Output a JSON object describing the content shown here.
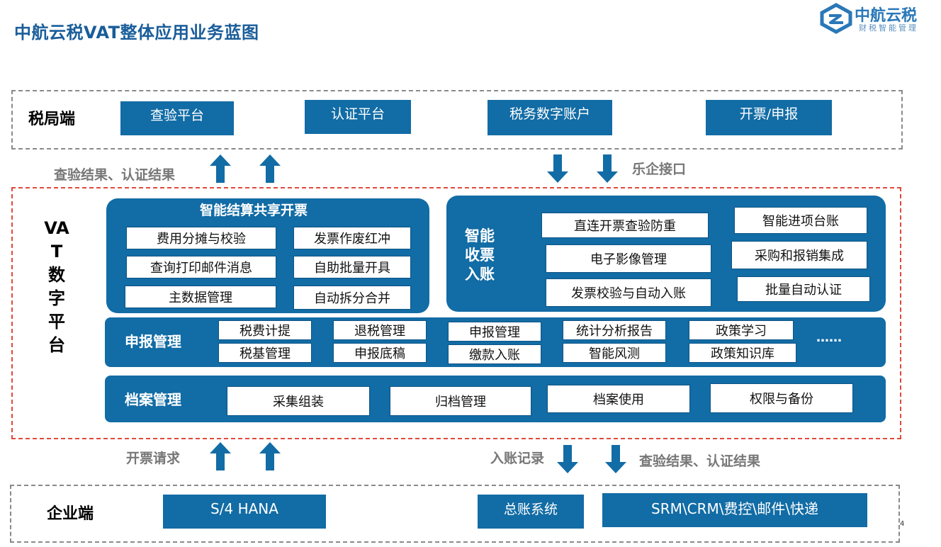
{
  "title": "中航云税VAT整体应用业务蓝图",
  "logo": {
    "name": "中航云税",
    "tagline": "财税智能管理"
  },
  "tax_bureau": {
    "label": "税局端",
    "items": [
      "查验平台",
      "认证平台",
      "税务数字账户",
      "开票/申报"
    ]
  },
  "flows": {
    "up_left_label": "查验结果、认证结果",
    "down_right_label": "乐企接口",
    "bottom_up_label": "开票请求",
    "bottom_down_label_1": "入账记录",
    "bottom_down_label_2": "查验结果、认证结果"
  },
  "vat_platform": {
    "label": "VAT数字平台",
    "settlement": {
      "title": "智能结算共享开票",
      "items": [
        "费用分摊与校验",
        "发票作废红冲",
        "查询打印邮件消息",
        "自助批量开具",
        "主数据管理",
        "自动拆分合并"
      ]
    },
    "receiving": {
      "title": "智能收票入账",
      "items_mid": [
        "直连开票查验防重",
        "电子影像管理",
        "发票校验与自动入账"
      ],
      "items_right": [
        "智能进项台账",
        "采购和报销集成",
        "批量自动认证"
      ]
    },
    "declaration": {
      "title": "申报管理",
      "items": [
        "税费计提",
        "退税管理",
        "申报管理",
        "统计分析报告",
        "政策学习",
        "税基管理",
        "申报底稿",
        "缴款入账",
        "智能风测",
        "政策知识库"
      ],
      "more": "……"
    },
    "archive": {
      "title": "档案管理",
      "items": [
        "采集组装",
        "归档管理",
        "档案使用",
        "权限与备份"
      ]
    }
  },
  "enterprise": {
    "label": "企业端",
    "items": [
      "S/4 HANA",
      "总账系统",
      "SRM\\CRM\\费控\\邮件\\快递"
    ]
  },
  "page_number": "4",
  "colors": {
    "primary": "#126ca5",
    "title": "#1a5d9a",
    "red_dash": "#e04a3a",
    "gray_dash": "#8a8a8a"
  }
}
